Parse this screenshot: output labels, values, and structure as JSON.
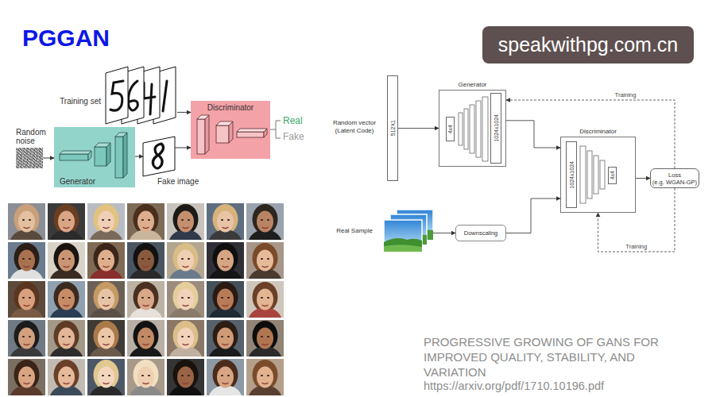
{
  "diagram": {
    "title": "PGGAN",
    "caption": "PROGRESSIVE GROWING OF GANS FOR IMPROVED QUALITY, STABILITY, AND VARIATION",
    "nodes": [
      {
        "text": [
          "Random noise"
        ]
      },
      {
        "text": [
          "Generator"
        ]
      },
      {
        "text": [
          "Training set"
        ]
      },
      {
        "text": [
          "Fake image"
        ]
      },
      {
        "text": [
          "Discriminator"
        ]
      },
      {
        "text": [
          "512X1"
        ]
      },
      {
        "text": [
          "Generator"
        ]
      },
      {
        "text": [
          "4x4"
        ],
        "in": 6
      },
      {
        "text": [
          "1024x1024"
        ],
        "in": 6
      },
      {
        "text": [
          "Discriminator"
        ]
      },
      {
        "text": [
          "1024x1024"
        ],
        "in": 9
      },
      {
        "text": [
          "4x4"
        ],
        "in": 9
      },
      {
        "text": [
          "Loss",
          "(e.g. WGAN-GP)"
        ]
      },
      {
        "text": [
          "Real Sample"
        ]
      },
      {
        "text": [
          "Downscaling"
        ]
      }
    ],
    "edges": [
      {
        "from": 0,
        "to": 1,
        "arrow": "to"
      },
      {
        "from": 1,
        "to": 3,
        "arrow": "to"
      },
      {
        "from": 2,
        "to": 4,
        "arrow": "to"
      },
      {
        "from": 3,
        "to": 4,
        "arrow": "to"
      },
      {
        "from": 5,
        "to": 6,
        "arrow": "to"
      },
      {
        "from": 6,
        "to": 9,
        "arrow": "to"
      },
      {
        "from": 9,
        "to": 12,
        "arrow": "to"
      },
      {
        "from": 13,
        "to": 14,
        "arrow": "to"
      },
      {
        "from": 14,
        "to": 9,
        "arrow": "to"
      },
      {
        "from": 12,
        "to": 6,
        "label": "Training",
        "arrow": "to"
      },
      {
        "from": 12,
        "to": 9,
        "label": "Training",
        "arrow": "to"
      }
    ],
    "labels": [
      "Real",
      "Fake",
      "Random vector (Latent Code)",
      "https://arxiv.org/pdf/1710.10196.pdf",
      "speakwithpg.com.cn"
    ]
  }
}
